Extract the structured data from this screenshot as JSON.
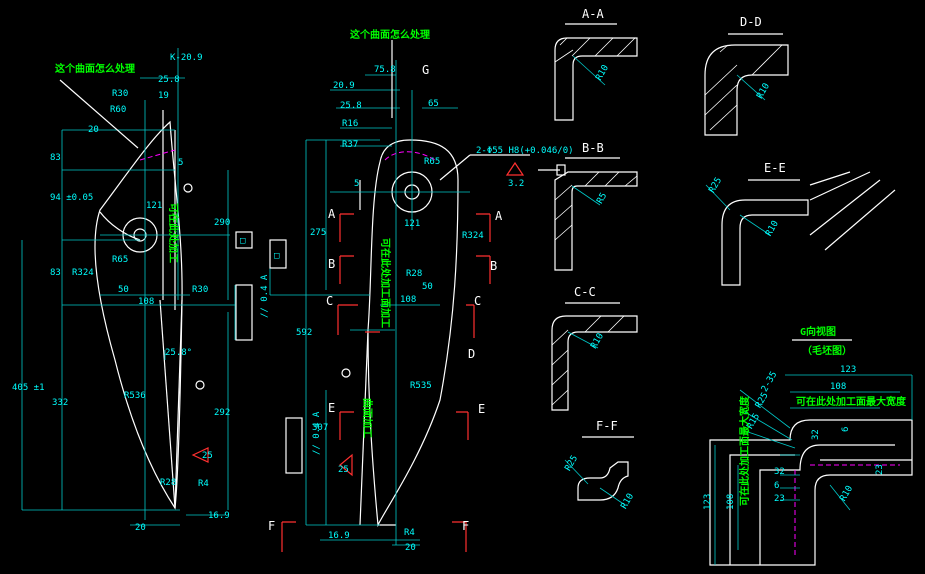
{
  "notes": {
    "left_note": "这个曲面怎么处理",
    "mid_note": "这个曲面怎么处理",
    "g_view_title": "G向视图",
    "g_view_sub": "（毛坯图）",
    "g_view_note1": "可在此处加工面最大宽度",
    "g_view_note2": "可在此处加工面最大宽度",
    "left_vert_note": "可在此处加工",
    "mid_vert_note": "可在此处加工面加工",
    "mid_vert_note2": "曲面加工"
  },
  "sections": {
    "aa": "A-A",
    "bb": "B-B",
    "cc": "C-C",
    "dd": "D-D",
    "ee": "E-E",
    "ff": "F-F",
    "g": "G"
  },
  "section_marks": {
    "a": "A",
    "b": "B",
    "c": "C",
    "d": "D",
    "e": "E",
    "f": "F"
  },
  "left_dims": {
    "k": "K-20.9",
    "d258": "25.8",
    "d19": "19",
    "r30": "R30",
    "r60": "R60",
    "d20": "20",
    "d83a": "83",
    "d94": "94 ±0.05",
    "d83b": "83",
    "d405": "405 ±1",
    "d332": "332",
    "r324": "R324",
    "d50": "50",
    "d108": "108",
    "r65": "R65",
    "d121": "121",
    "d5": "5",
    "d290": "290",
    "d292": "292",
    "r536": "R536",
    "r28": "R28",
    "r4": "R4",
    "d169": "16.9",
    "d20b": "20",
    "r30b": "R30",
    "d258b": "25.8°",
    "ang25": "25",
    "d04": "0.4",
    "sq": "□",
    "tol": "// 0.4 A"
  },
  "mid_dims": {
    "d758": "75.8",
    "d209": "20.9",
    "d258": "25.8",
    "r16": "R16",
    "r37": "R37",
    "d65": "65",
    "d5": "5",
    "d275": "275",
    "r324": "R324",
    "d121": "121",
    "r65": "R65",
    "hole": "2-Φ55 H8(+0.046/0)",
    "d32": "3.2",
    "d592": "592",
    "d307": "307",
    "r535": "R535",
    "d108": "108",
    "d50": "50",
    "r28": "R28",
    "r4": "R4",
    "d169": "16.9",
    "d20": "20",
    "ang25": "25",
    "tol": "// 0.4 A",
    "sq": "□"
  },
  "sec_dims": {
    "aa_r": "R10",
    "bb_r": "R5",
    "cc_r": "R10",
    "dd_r": "R10",
    "ee_r1": "R25",
    "ee_r2": "R10",
    "ff_r1": "R25",
    "ff_r2": "R10"
  },
  "g_dims": {
    "d123a": "123",
    "d108": "108",
    "d2": "2-35",
    "r25": "R25",
    "r15": "R15",
    "d32": "32",
    "d6": "6",
    "d23": "23",
    "d123b": "123",
    "d108b": "108",
    "r10": "R10",
    "d32b": "32",
    "d6b": "6",
    "d23b": "23"
  }
}
